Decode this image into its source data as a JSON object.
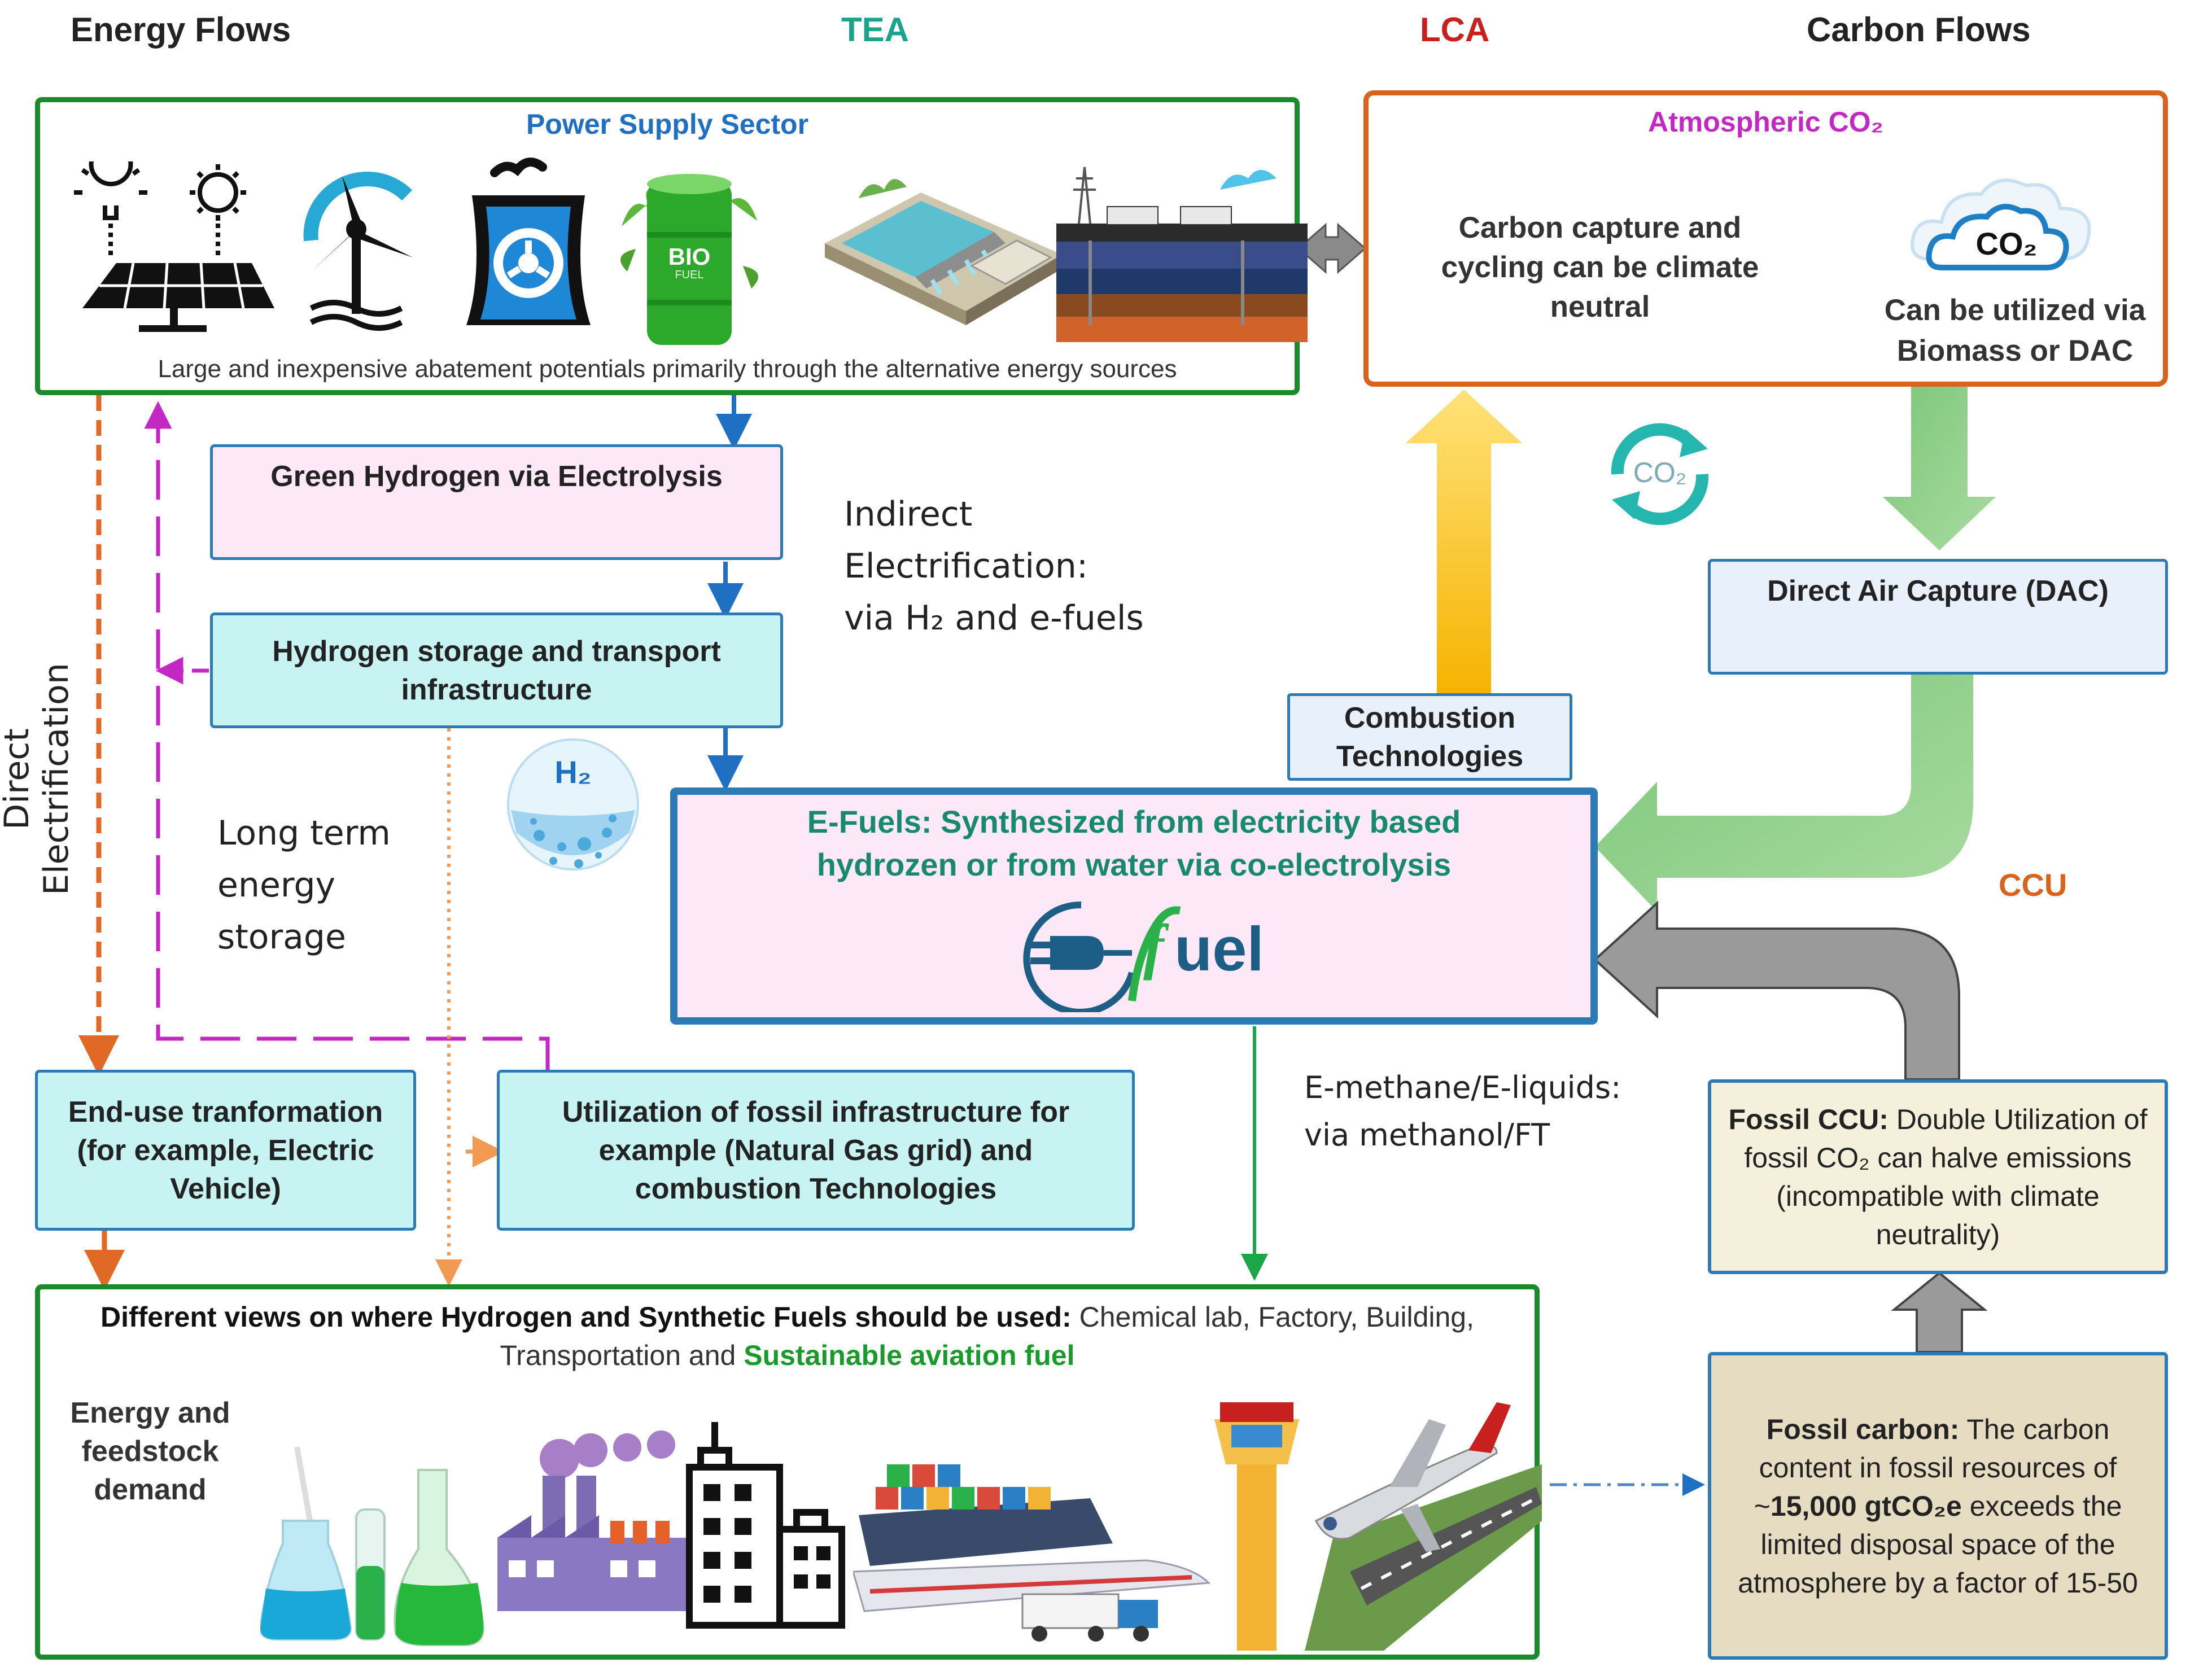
{
  "headers": {
    "energy_flows": "Energy Flows",
    "tea": "TEA",
    "lca": "LCA",
    "carbon_flows": "Carbon Flows"
  },
  "power_supply": {
    "title": "Power Supply Sector",
    "caption": "Large and inexpensive abatement  potentials primarily through the alternative energy sources",
    "bio_label": "BIO",
    "bio_sub": "FUEL"
  },
  "atmospheric": {
    "title": "Atmospheric CO₂",
    "left_text": "Carbon capture and cycling can be climate neutral",
    "cloud_label": "CO₂",
    "right_text": "Can be utilized via Biomass or DAC"
  },
  "green_hydrogen": "Green Hydrogen via Electrolysis",
  "hydrogen_storage": "Hydrogen storage and transport infrastructure",
  "indirect": {
    "line1": "Indirect",
    "line2": "Electrification:",
    "line3": "via H₂ and e-fuels"
  },
  "cycle_icon_label": "CO₂",
  "dac": "Direct Air Capture (DAC)",
  "combustion": "Combustion Technologies",
  "h2_sphere_label": "H₂",
  "long_term": {
    "line1": "Long term",
    "line2": "energy",
    "line3": "storage"
  },
  "direct_electrification": "Direct Electrification",
  "efuels": {
    "line1": "E-Fuels: Synthesized from electricity based",
    "line2": "hydrozen or from water via co-electrolysis",
    "logo_text": "uel",
    "logo_f": "f"
  },
  "ccu_label": "CCU",
  "end_use": "End-use tranformation (for example, Electric Vehicle)",
  "fossil_infra": "Utilization of fossil infrastructure for example (Natural Gas grid) and combustion Technologies",
  "emethane": {
    "line1": "E-methane/E-liquids:",
    "line2": "via methanol/FT"
  },
  "fossil_ccu": {
    "bold": "Fossil CCU:",
    "text": "Double Utilization of fossil CO₂ can halve emissions (incompatible with climate neutrality)"
  },
  "demand": {
    "bold_lead": "Different views on where Hydrogen and Synthetic Fuels should be used:",
    "plain": "Chemical lab, Factory, Building, Transportation and",
    "green": "Sustainable aviation fuel",
    "side_label": "Energy and feedstock demand"
  },
  "fossil_carbon": {
    "bold": "Fossil carbon:",
    "text1": "The carbon content in fossil resources of ~",
    "amount": "15,000 gtCO₂e",
    "text2": "exceeds the limited disposal space of the atmosphere by a factor of 15-50"
  },
  "colors": {
    "green_border": "#1a8a2c",
    "orange_border": "#d9621c",
    "blue_border": "#2d7bb6",
    "teal_header": "#1aa58a",
    "red_header": "#c8201e",
    "magenta": "#c428c4",
    "blue_title": "#1f6fc2",
    "pink_fill": "#fde8f8",
    "cyan_fill": "#c8f3f3",
    "light_blue_fill": "#e8f1fb",
    "beige_fill": "#f5f0dc",
    "tan_fill": "#e6dcc2"
  }
}
